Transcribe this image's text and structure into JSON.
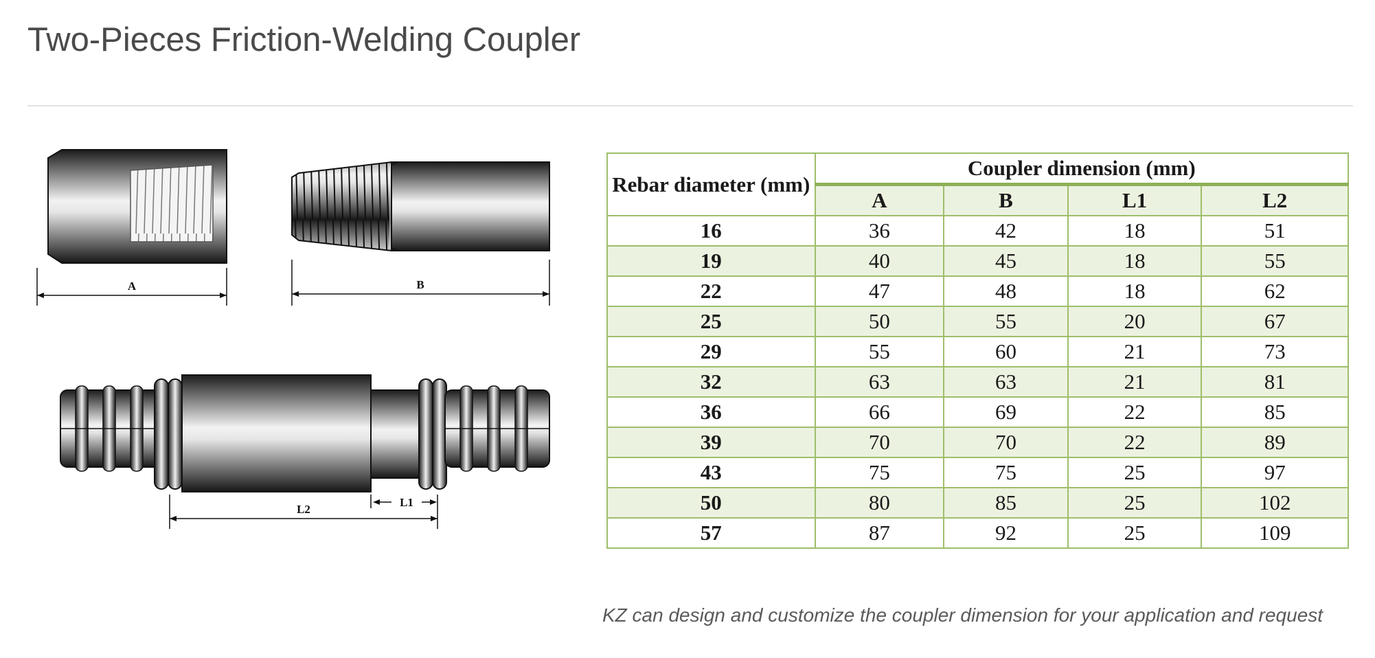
{
  "page_title": "Two-Pieces Friction-Welding Coupler",
  "drawing": {
    "label_a": "A",
    "label_b": "B",
    "label_l1": "L1",
    "label_l2": "L2"
  },
  "table": {
    "header_rebar": "Rebar diameter (mm)",
    "header_coupler": "Coupler dimension (mm)",
    "columns": [
      "A",
      "B",
      "L1",
      "L2"
    ],
    "rows": [
      {
        "dia": "16",
        "a": "36",
        "b": "42",
        "l1": "18",
        "l2": "51"
      },
      {
        "dia": "19",
        "a": "40",
        "b": "45",
        "l1": "18",
        "l2": "55"
      },
      {
        "dia": "22",
        "a": "47",
        "b": "48",
        "l1": "18",
        "l2": "62"
      },
      {
        "dia": "25",
        "a": "50",
        "b": "55",
        "l1": "20",
        "l2": "67"
      },
      {
        "dia": "29",
        "a": "55",
        "b": "60",
        "l1": "21",
        "l2": "73"
      },
      {
        "dia": "32",
        "a": "63",
        "b": "63",
        "l1": "21",
        "l2": "81"
      },
      {
        "dia": "36",
        "a": "66",
        "b": "69",
        "l1": "22",
        "l2": "85"
      },
      {
        "dia": "39",
        "a": "70",
        "b": "70",
        "l1": "22",
        "l2": "89"
      },
      {
        "dia": "43",
        "a": "75",
        "b": "75",
        "l1": "25",
        "l2": "97"
      },
      {
        "dia": "50",
        "a": "80",
        "b": "85",
        "l1": "25",
        "l2": "102"
      },
      {
        "dia": "57",
        "a": "87",
        "b": "92",
        "l1": "25",
        "l2": "109"
      }
    ]
  },
  "note": "KZ can design and customize the coupler dimension for your application and request",
  "colors": {
    "table_border": "#9ebe6b",
    "table_stripe": "#ecf2e0",
    "title_text": "#4a4a4a"
  }
}
